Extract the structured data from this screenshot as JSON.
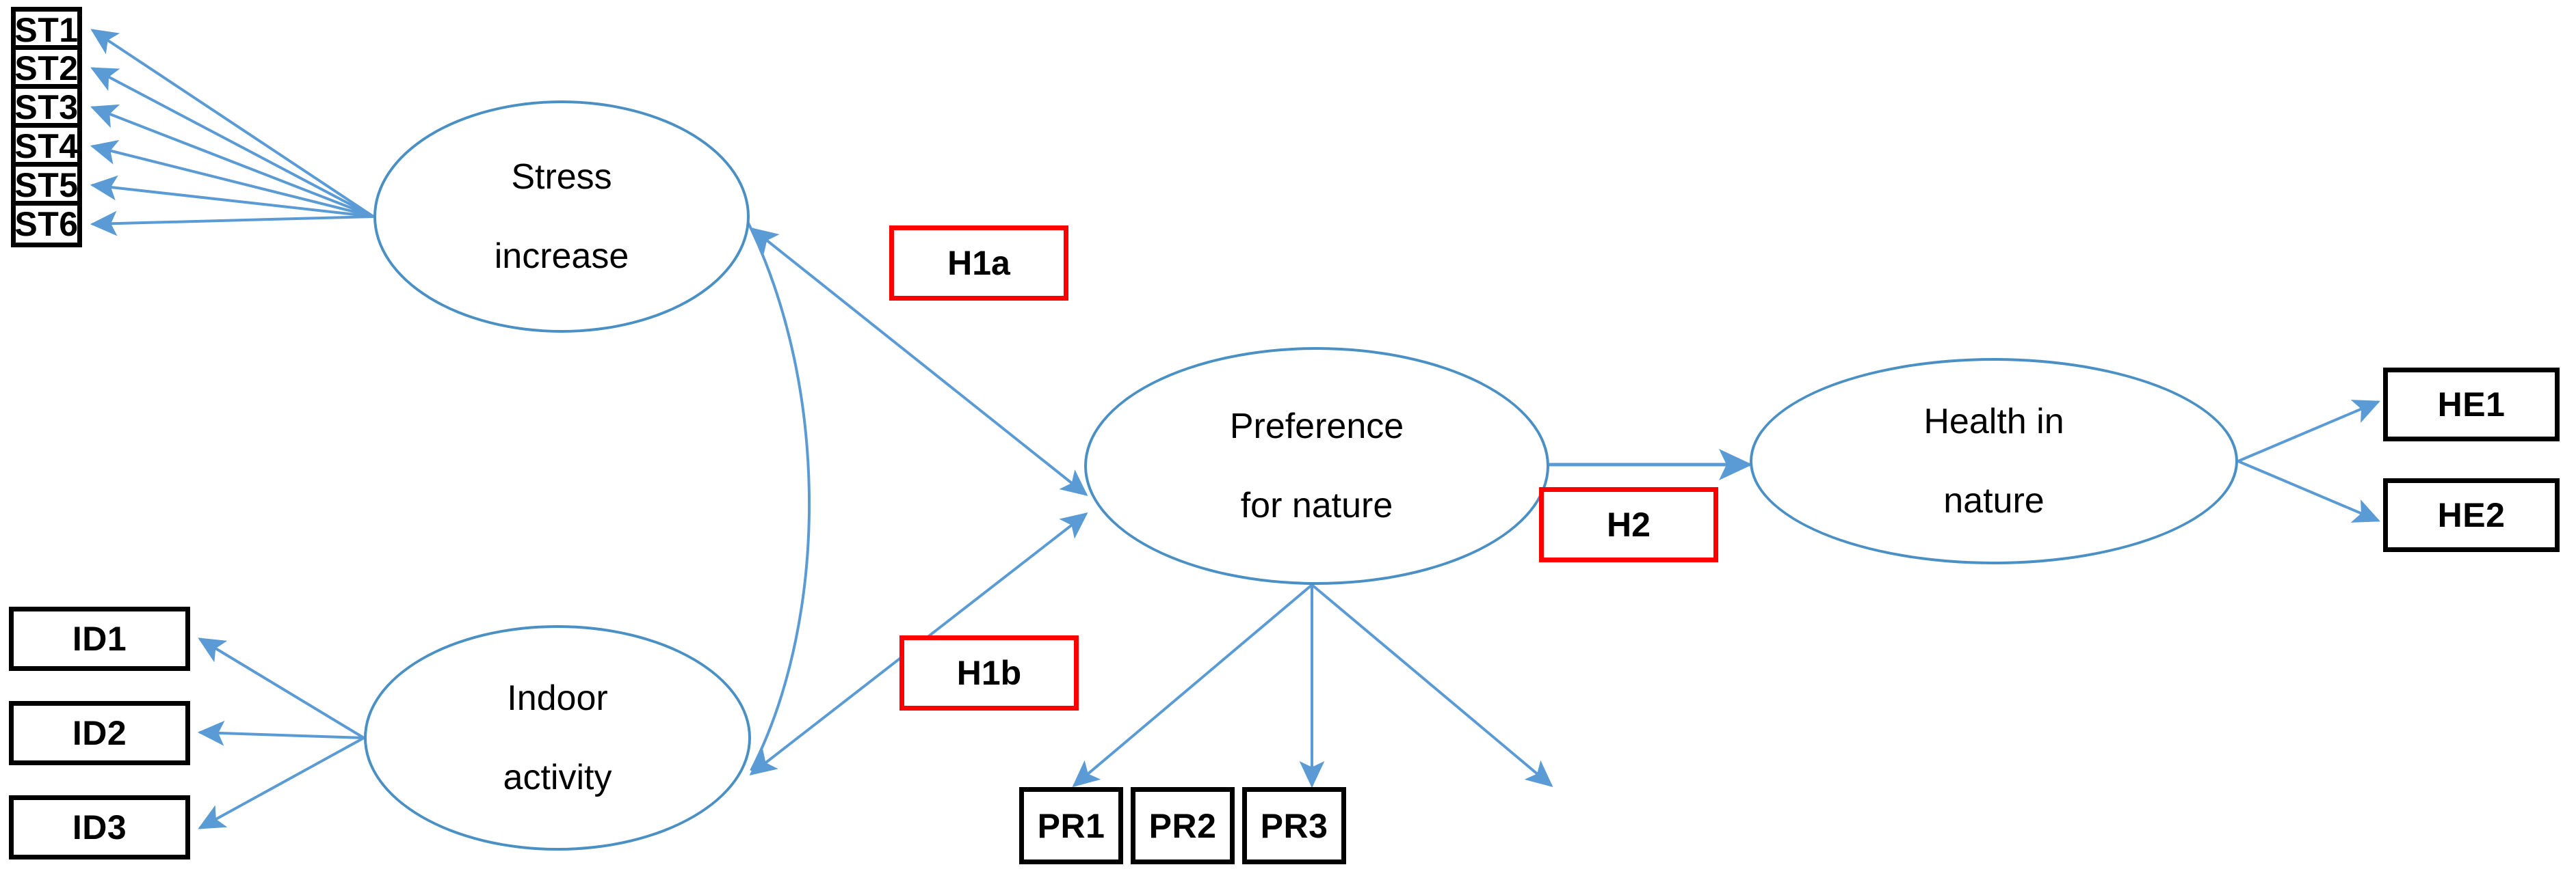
{
  "diagram": {
    "type": "structural-equation-model-path-diagram",
    "accent_blue": "#5B9BD5",
    "ellipse_stroke": "#4A90C4",
    "indicator_border": "#000000",
    "hypothesis_border": "#FF0000"
  },
  "latents": {
    "stress": {
      "label": "Stress\nincrease",
      "line1": "Stress",
      "line2": "increase"
    },
    "indoor": {
      "label": "Indoor\nactivity",
      "line1": "Indoor",
      "line2": "activity"
    },
    "preference": {
      "label": "Preference\nfor nature",
      "line1": "Preference",
      "line2": "for nature"
    },
    "health": {
      "label": "Health in\nnature",
      "line1": "Health in",
      "line2": "nature"
    }
  },
  "indicators": {
    "stress_items": [
      {
        "label": "ST1"
      },
      {
        "label": "ST2"
      },
      {
        "label": "ST3"
      },
      {
        "label": "ST4"
      },
      {
        "label": "ST5"
      },
      {
        "label": "ST6"
      }
    ],
    "indoor_items": [
      {
        "label": "ID1"
      },
      {
        "label": "ID2"
      },
      {
        "label": "ID3"
      }
    ],
    "preference_items": [
      {
        "label": "PR1"
      },
      {
        "label": "PR2"
      },
      {
        "label": "PR3"
      }
    ],
    "health_items": [
      {
        "label": "HE1"
      },
      {
        "label": "HE2"
      }
    ]
  },
  "hypotheses": [
    {
      "id": "h1a",
      "label": "H1a"
    },
    {
      "id": "h1b",
      "label": "H1b"
    },
    {
      "id": "h2",
      "label": "H2"
    }
  ],
  "paths": [
    {
      "from": "stress",
      "to": "ST1",
      "kind": "measurement"
    },
    {
      "from": "stress",
      "to": "ST2",
      "kind": "measurement"
    },
    {
      "from": "stress",
      "to": "ST3",
      "kind": "measurement"
    },
    {
      "from": "stress",
      "to": "ST4",
      "kind": "measurement"
    },
    {
      "from": "stress",
      "to": "ST5",
      "kind": "measurement"
    },
    {
      "from": "stress",
      "to": "ST6",
      "kind": "measurement"
    },
    {
      "from": "indoor",
      "to": "ID1",
      "kind": "measurement"
    },
    {
      "from": "indoor",
      "to": "ID2",
      "kind": "measurement"
    },
    {
      "from": "indoor",
      "to": "ID3",
      "kind": "measurement"
    },
    {
      "from": "preference",
      "to": "PR1",
      "kind": "measurement"
    },
    {
      "from": "preference",
      "to": "PR2",
      "kind": "measurement"
    },
    {
      "from": "preference",
      "to": "PR3",
      "kind": "measurement"
    },
    {
      "from": "health",
      "to": "HE1",
      "kind": "measurement"
    },
    {
      "from": "health",
      "to": "HE2",
      "kind": "measurement"
    },
    {
      "from": "stress",
      "to": "preference",
      "kind": "structural",
      "hypothesis": "H1a"
    },
    {
      "from": "indoor",
      "to": "preference",
      "kind": "structural",
      "hypothesis": "H1b"
    },
    {
      "from": "preference",
      "to": "health",
      "kind": "structural",
      "hypothesis": "H2"
    },
    {
      "from": "stress",
      "to": "indoor",
      "kind": "covariance"
    }
  ]
}
